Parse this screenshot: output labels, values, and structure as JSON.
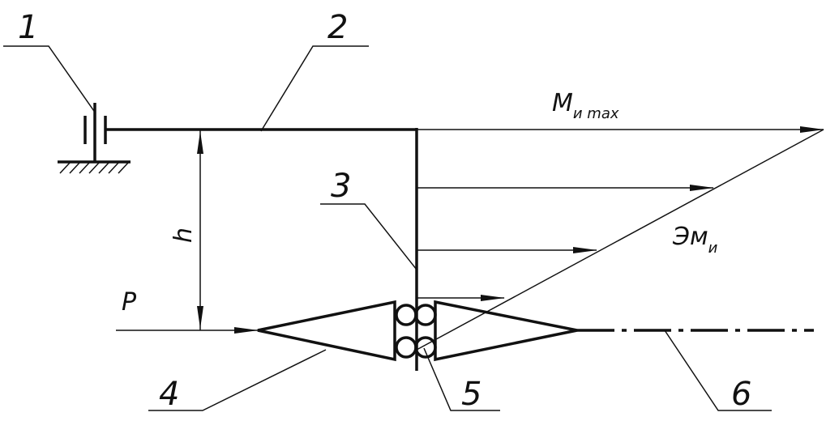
{
  "labels": {
    "n1": "1",
    "n2": "2",
    "n3": "3",
    "n4": "4",
    "n5": "5",
    "n6": "6",
    "h": "h",
    "p": "P",
    "m": "M",
    "m_sub": "и max",
    "em": "Эм",
    "em_sub": "и"
  }
}
